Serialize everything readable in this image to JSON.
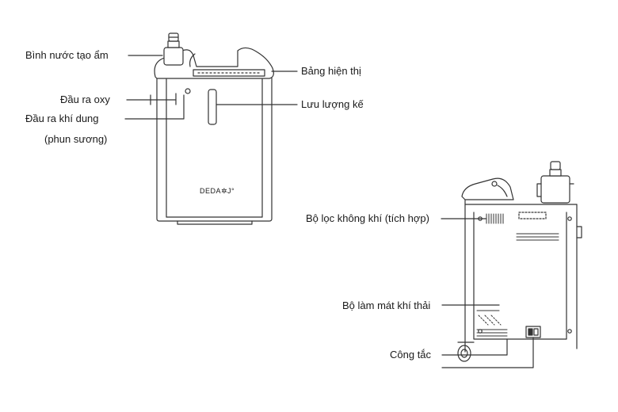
{
  "front_view": {
    "labels": {
      "humidifier": "Bình nước tạo ẩm",
      "oxygen_outlet": "Đầu ra oxy",
      "aerosol_outlet_1": "Đầu ra khí dung",
      "aerosol_outlet_2": "(phun sương)",
      "display_panel": "Bảng hiện thị",
      "flowmeter": "Lưu lượng kế"
    },
    "brand_logo": "DEDA✲J°"
  },
  "rear_view": {
    "labels": {
      "air_filter": "Bộ lọc không khí (tích hợp)",
      "exhaust_cooler": "Bộ làm mát khí thải",
      "power_switch": "Công tắc"
    }
  },
  "colors": {
    "line": "#333333",
    "text": "#1a1a1a",
    "background": "#ffffff"
  }
}
